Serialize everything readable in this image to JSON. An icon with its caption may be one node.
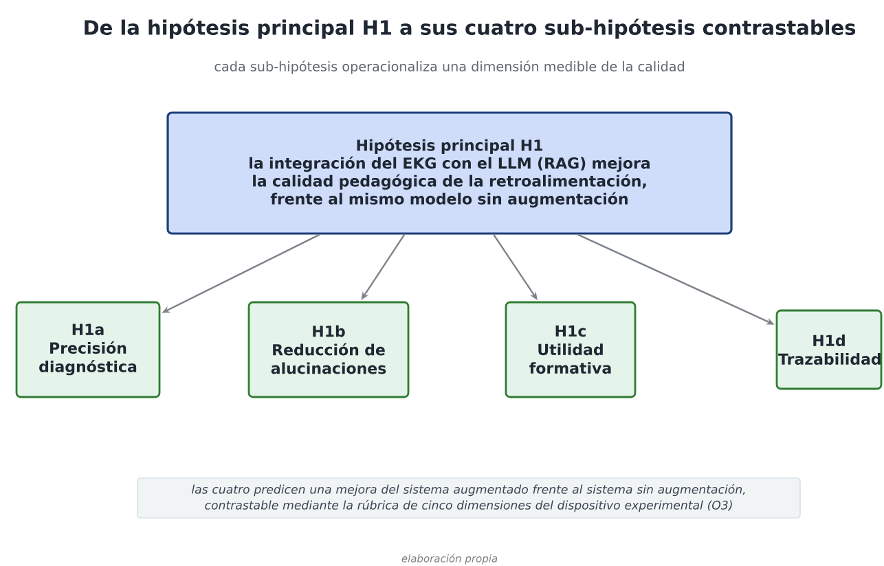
{
  "diagram": {
    "title": "De la hipótesis principal H1 a sus cuatro sub-hipótesis contrastables",
    "caption": "elaboración propia",
    "nodes": [
      {
        "text": [
          "Hipótesis principal H1",
          "la integración del EKG con el LLM (RAG) mejora la calidad pedagógica de la retroalimentación, frente al mismo modelo sin augmentación"
        ]
      },
      {
        "text": [
          "H1a",
          "Precisión diagnóstica"
        ]
      },
      {
        "text": [
          "H1b",
          "Reducción de alucinaciones"
        ]
      },
      {
        "text": [
          "H1c",
          "Utilidad formativa"
        ]
      },
      {
        "text": [
          "H1d",
          "Trazabilidad"
        ]
      },
      {
        "text": [
          "las cuatro predicen una mejora del sistema augmentado frente al sistema sin augmentación, contrastable mediante la rúbrica de cinco dimensiones del dispositivo experimental (O3)"
        ]
      }
    ],
    "edges": [
      {
        "from": 0,
        "to": 1,
        "arrow": "to"
      },
      {
        "from": 0,
        "to": 2,
        "arrow": "to"
      },
      {
        "from": 0,
        "to": 3,
        "arrow": "to"
      },
      {
        "from": 0,
        "to": 4,
        "arrow": "to"
      }
    ],
    "labels": [
      "cada sub-hipótesis operacionaliza una dimensión medible de la calidad"
    ]
  }
}
